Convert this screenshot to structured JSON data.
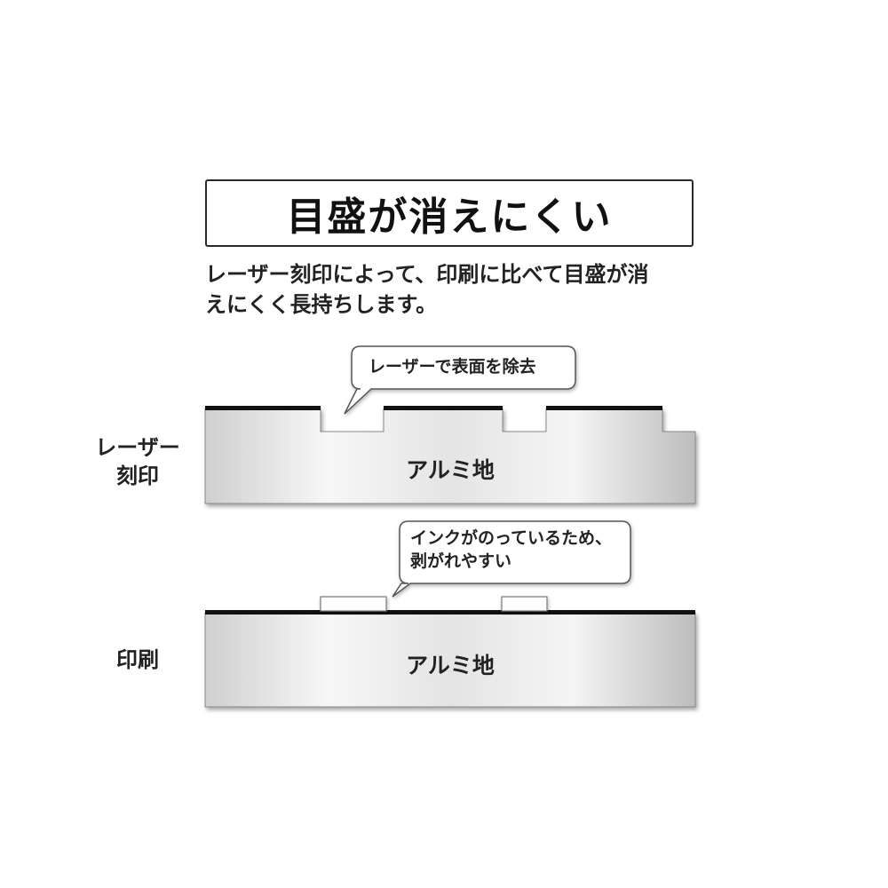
{
  "title": "目盛が消えにくい",
  "description": "レーザー刻印によって、印刷に比べて目盛が消\nえにくく長持ちします。",
  "laser": {
    "side_label": "レーザー\n刻印",
    "callout": "レーザーで表面を除去",
    "block_label": "アルミ地"
  },
  "print": {
    "side_label": "印刷",
    "callout": "インクがのっているため、\n剥がれやすい",
    "block_label": "アルミ地"
  },
  "colors": {
    "metal_light": "#f6f6f6",
    "metal_dark": "#c4c4c4",
    "surface_line": "#111111",
    "outline": "#6e6e6e"
  }
}
